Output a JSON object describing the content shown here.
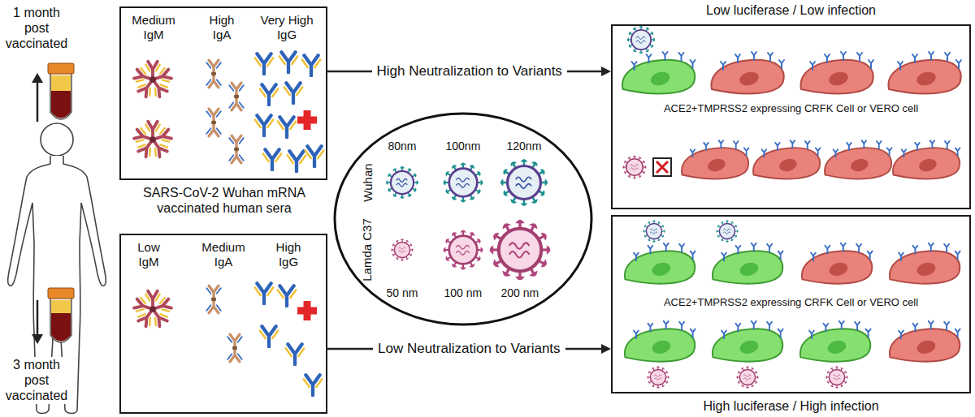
{
  "diagram": {
    "nodes": [
      {
        "text": [
          "Medium IgM",
          "High IgA",
          "Very High IgG"
        ]
      },
      {
        "text": [
          "Low IgM",
          "Medium IgA",
          "High IgG"
        ]
      },
      {
        "text": [
          "Wuhan",
          "80nm",
          "100nm",
          "120nm",
          "Lamda C37",
          "50 nm",
          "100 nm",
          "200 nm"
        ]
      },
      {
        "text": [
          "Low luciferase / Low infection",
          "ACE2+TMPRSS2 expressing CRFK Cell or VERO cell"
        ]
      },
      {
        "text": [
          "ACE2+TMPRSS2 expressing CRFK Cell or VERO cell",
          "High luciferase / High infection"
        ]
      }
    ],
    "edges": [
      {
        "from": 0,
        "to": 3,
        "arrow": "to",
        "label": "High Neutralization to Variants"
      },
      {
        "from": 1,
        "to": 4,
        "arrow": "to",
        "label": "Low Neutralization to Variants"
      }
    ],
    "labels": [
      "1 month post vaccinated",
      "SARS-CoV-2 Wuhan mRNA vaccinated human sera",
      "3 month post vaccinated"
    ]
  }
}
